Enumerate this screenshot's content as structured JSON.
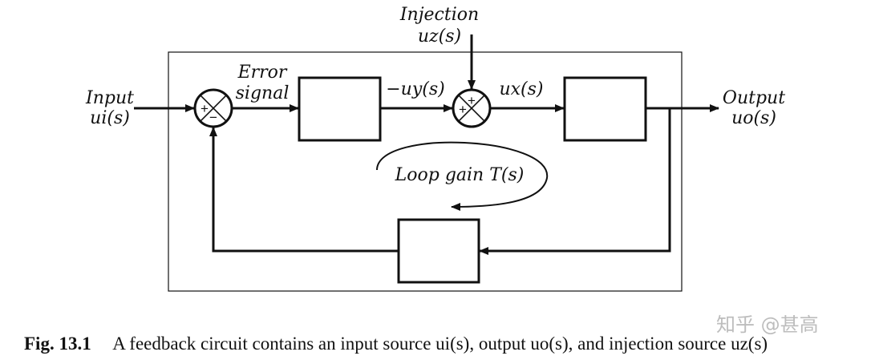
{
  "labels": {
    "input_line1": "Input",
    "input_line2": "ui(s)",
    "error_line1": "Error",
    "error_line2": "signal",
    "neg_uy": "−uy(s)",
    "ux": "ux(s)",
    "injection_line1": "Injection",
    "injection_line2": "uz(s)",
    "output_line1": "Output",
    "output_line2": "uo(s)",
    "loop_gain": "Loop gain T(s)"
  },
  "signs": {
    "sum1_top": "+",
    "sum1_bottom": "−",
    "sum2_top": "+",
    "sum2_left": "+"
  },
  "caption": {
    "number": "Fig. 13.1",
    "text": "A feedback circuit contains an input source ui(s), output uo(s), and injection source uz(s)"
  },
  "watermark": "知乎 @甚高"
}
